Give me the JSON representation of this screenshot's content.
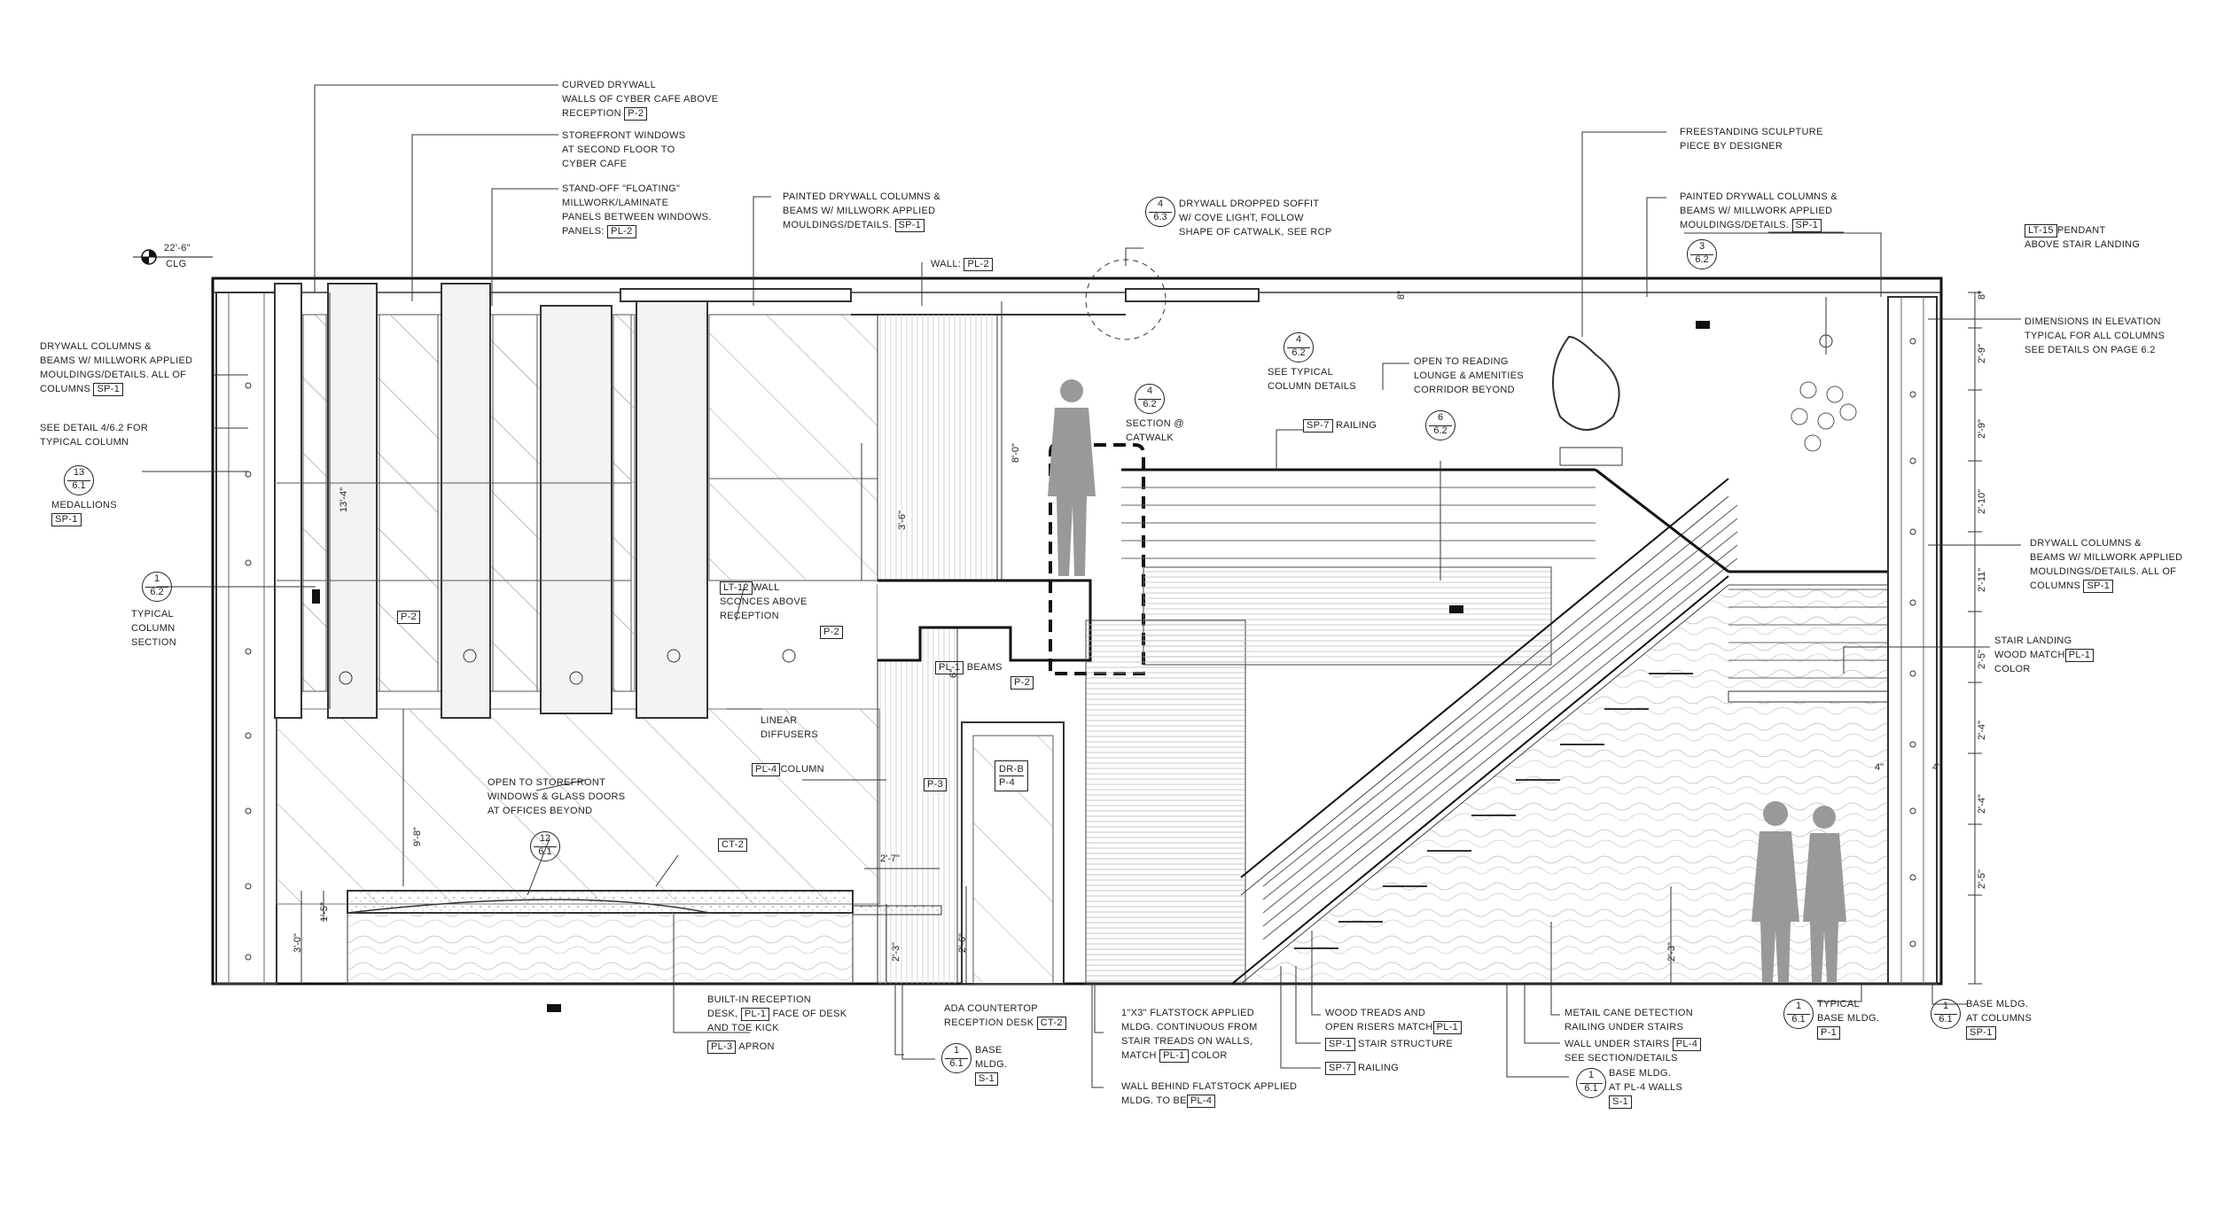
{
  "level_marker": {
    "value": "22'-6\"",
    "label": "CLG"
  },
  "notes": {
    "curved_drywall": [
      "CURVED DRYWALL",
      "WALLS OF CYBER CAFE ABOVE",
      "RECEPTION"
    ],
    "curved_drywall_tag": "P-2",
    "storefront_windows": [
      "STOREFRONT WINDOWS",
      "AT SECOND FLOOR TO",
      "CYBER CAFE"
    ],
    "standoff": [
      "STAND-OFF \"FLOATING\"",
      "MILLWORK/LAMINATE",
      "PANELS BETWEEN WINDOWS.",
      "PANELS:"
    ],
    "standoff_tag": "PL-2",
    "painted_left": [
      "PAINTED DRYWALL COLUMNS &",
      "BEAMS W/ MILLWORK APPLIED",
      "MOULDINGS/DETAILS."
    ],
    "painted_left_tag": "SP-1",
    "wall": "WALL:",
    "wall_tag": "PL-2",
    "drywall_soffit": [
      "DRYWALL DROPPED SOFFIT",
      "W/ COVE LIGHT, FOLLOW",
      "SHAPE OF CATWALK, SEE RCP"
    ],
    "freestanding": [
      "FREESTANDING SCULPTURE",
      "PIECE BY DESIGNER"
    ],
    "painted_right": [
      "PAINTED DRYWALL COLUMNS &",
      "BEAMS W/ MILLWORK APPLIED",
      "MOULDINGS/DETAILS."
    ],
    "painted_right_tag": "SP-1",
    "pendant_tag": "LT-15",
    "pendant": [
      "PENDANT",
      "ABOVE STAIR LANDING"
    ],
    "dimensions_note": [
      "DIMENSIONS IN ELEVATION",
      "TYPICAL FOR ALL COLUMNS",
      "SEE DETAILS ON PAGE 6.2"
    ],
    "drywall_cols_left": [
      "DRYWALL COLUMNS &",
      "BEAMS W/ MILLWORK APPLIED",
      "MOULDINGS/DETAILS.  ALL OF",
      "COLUMNS"
    ],
    "drywall_cols_left_tag": "SP-1",
    "see_detail": [
      "SEE DETAIL 4/6.2 FOR",
      "TYPICAL COLUMN"
    ],
    "medallions": "MEDALLIONS",
    "medallions_tag": "SP-1",
    "typical_column": [
      "TYPICAL",
      "COLUMN",
      "SECTION"
    ],
    "typical_column_details": [
      "SEE TYPICAL",
      "COLUMN DETAILS"
    ],
    "section_catwalk": [
      "SECTION @",
      "CATWALK"
    ],
    "open_reading": [
      "OPEN TO READING",
      "LOUNGE & AMENITIES",
      "CORRIDOR BEYOND"
    ],
    "railing_tag": "SP-7",
    "railing": "RAILING",
    "drywall_cols_right": [
      "DRYWALL COLUMNS &",
      "BEAMS W/ MILLWORK APPLIED",
      "MOULDINGS/DETAILS.  ALL OF",
      "COLUMNS"
    ],
    "drywall_cols_right_tag": "SP-1",
    "stair_landing": [
      "STAIR LANDING",
      "WOOD MATCH",
      "COLOR"
    ],
    "stair_landing_tag": "PL-1",
    "sconce_tag": "LT-12",
    "sconces": [
      "WALL",
      "SCONCES ABOVE",
      "RECEPTION"
    ],
    "p2_a": "P-2",
    "p2_b": "P-2",
    "p2_c": "P-2",
    "p3": "P-3",
    "beams_tag": "PL-1",
    "beams": "BEAMS",
    "linear_diffusers": [
      "LINEAR",
      "DIFFUSERS"
    ],
    "column_tag": "PL-4",
    "column": "COLUMN",
    "open_storefront": [
      "OPEN TO STOREFRONT",
      "WINDOWS & GLASS DOORS",
      "AT OFFICES BEYOND"
    ],
    "ct2_tag": "CT-2",
    "door_tag": [
      "DR-B",
      "P-4"
    ],
    "builtin": [
      "BUILT-IN RECEPTION",
      "DESK,",
      "FACE OF DESK",
      "AND TOE KICK"
    ],
    "builtin_tag": "PL-1",
    "apron_tag": "PL-3",
    "apron": "APRON",
    "ada": [
      "ADA COUNTERTOP",
      "RECEPTION DESK"
    ],
    "ada_tag": "CT-2",
    "base_left": [
      "BASE",
      "MLDG."
    ],
    "base_left_tag": "S-1",
    "flatstock": [
      "1\"X3\" FLATSTOCK APPLIED",
      "MLDG. CONTINUOUS FROM",
      "STAIR TREADS ON WALLS,",
      "MATCH",
      "COLOR"
    ],
    "flatstock_tag": "PL-1",
    "wall_behind": [
      "WALL BEHIND FLATSTOCK APPLIED",
      "MLDG. TO BE"
    ],
    "wall_behind_tag": "PL-4",
    "wood_treads": [
      "WOOD TREADS AND",
      "OPEN RISERS MATCH"
    ],
    "wood_treads_tag": "PL-1",
    "stair_structure_tag": "SP-1",
    "stair_structure": "STAIR STRUCTURE",
    "railing2_tag": "SP-7",
    "railing2": "RAILING",
    "metal_cane": [
      "METAIL CANE DETECTION",
      "RAILING UNDER STAIRS"
    ],
    "wall_under": [
      "WALL UNDER STAIRS",
      "SEE SECTION/DETAILS"
    ],
    "wall_under_tag": "PL-4",
    "base_pl4": [
      "BASE MLDG.",
      "AT PL-4 WALLS"
    ],
    "base_pl4_tag": "S-1",
    "typical_base": [
      "TYPICAL",
      "BASE MLDG."
    ],
    "typical_base_tag": "P-1",
    "base_columns": [
      "BASE MLDG.",
      "AT COLUMNS"
    ],
    "base_columns_tag": "SP-1"
  },
  "tags": {
    "t_13_61": [
      "13",
      "6.1"
    ],
    "t_1_62": [
      "1",
      "6.2"
    ],
    "t_12_61": [
      "12",
      "6.1"
    ],
    "t_4_63": [
      "4",
      "6.3"
    ],
    "t_4_62a": [
      "4",
      "6.2"
    ],
    "t_4_62b": [
      "4",
      "6.2"
    ],
    "t_6_62": [
      "6",
      "6.2"
    ],
    "t_3_62": [
      "3",
      "6.2"
    ],
    "t_1_61a": [
      "1",
      "6.1"
    ],
    "t_1_61b": [
      "1",
      "6.1"
    ],
    "t_1_61c": [
      "1",
      "6.1"
    ],
    "t_1_61d": [
      "1",
      "6.1"
    ]
  },
  "dims": {
    "d_13_4": "13'-4\"",
    "d_8_0": "8'-0\"",
    "d_3_6": "3'-6\"",
    "d_9_8": "9'-8\"",
    "d_1_5": "1'-5\"",
    "d_3_0": "3'-0\"",
    "d_2_3a": "2'-3\"",
    "d_2_6": "2'-6\"",
    "d_2_3b": "2'-3\"",
    "d_2_7": "2'-7\"",
    "d_4a": "4\"",
    "d_4b": "4\"",
    "d_6": "6\"",
    "d_8": "8\"",
    "d_r_8": "8\"",
    "d_r_29a": "2'-9\"",
    "d_r_29b": "2'-9\"",
    "d_r_210": "2'-10\"",
    "d_r_211": "2'-11\"",
    "d_r_25a": "2'-5\"",
    "d_r_24a": "2'-4\"",
    "d_r_24b": "2'-4\"",
    "d_r_25b": "2'-5\""
  }
}
